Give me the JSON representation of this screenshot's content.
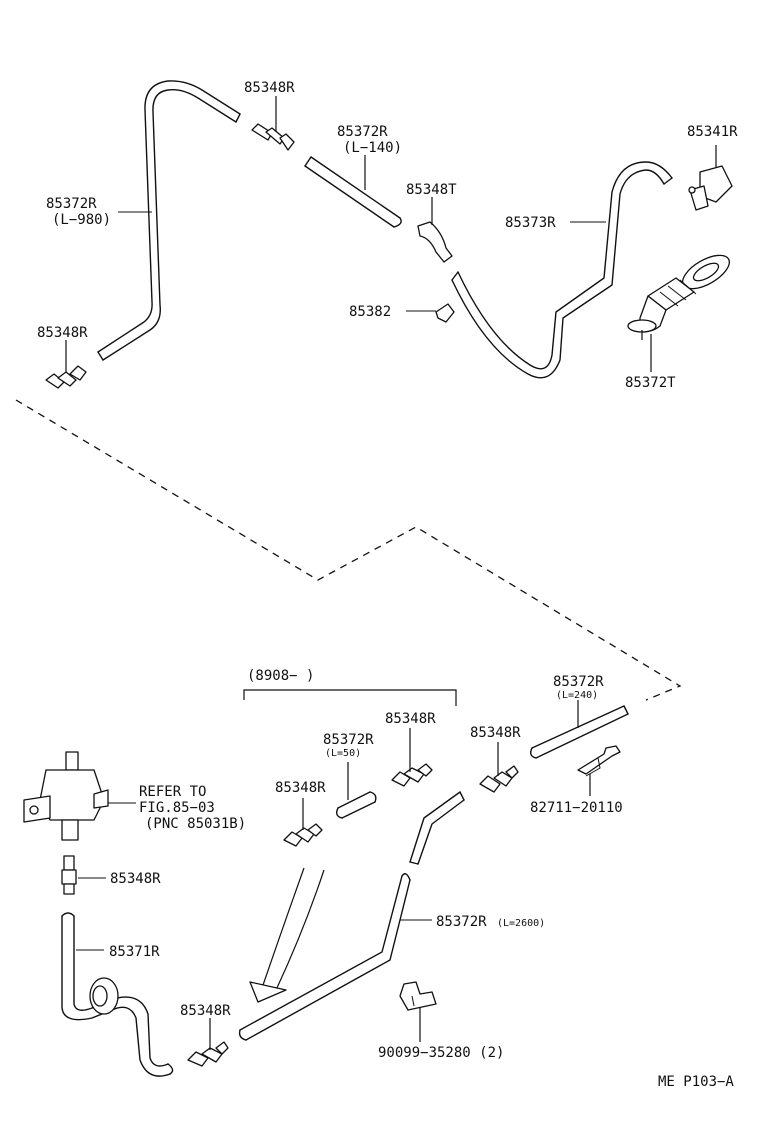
{
  "labels": {
    "p1": "85348R",
    "p2": "85372R",
    "p2_len": "(L−140)",
    "p3": "85341R",
    "p4": "85372R",
    "p4_len": "(L−980)",
    "p5": "85348T",
    "p6": "85373R",
    "p7": "85382",
    "p8": "85348R",
    "p9": "85372T",
    "range": "(8908−        )",
    "p10": "85372R",
    "p10_len": "(L=240)",
    "p11": "85348R",
    "p12": "85372R",
    "p12_len": "(L=50)",
    "p13": "85348R",
    "p14": "85348R",
    "p15": "82711−20110",
    "refer_1": "REFER TO",
    "refer_2": "FIG.85−03",
    "refer_3": "(PNC 85031B)",
    "p16": "85348R",
    "p17": "85371R",
    "p18": "85372R",
    "p18_len": "(L=2600)",
    "p19": "85348R",
    "p20": "90099−35280 (2)",
    "page_id": "ME  P103−A"
  }
}
